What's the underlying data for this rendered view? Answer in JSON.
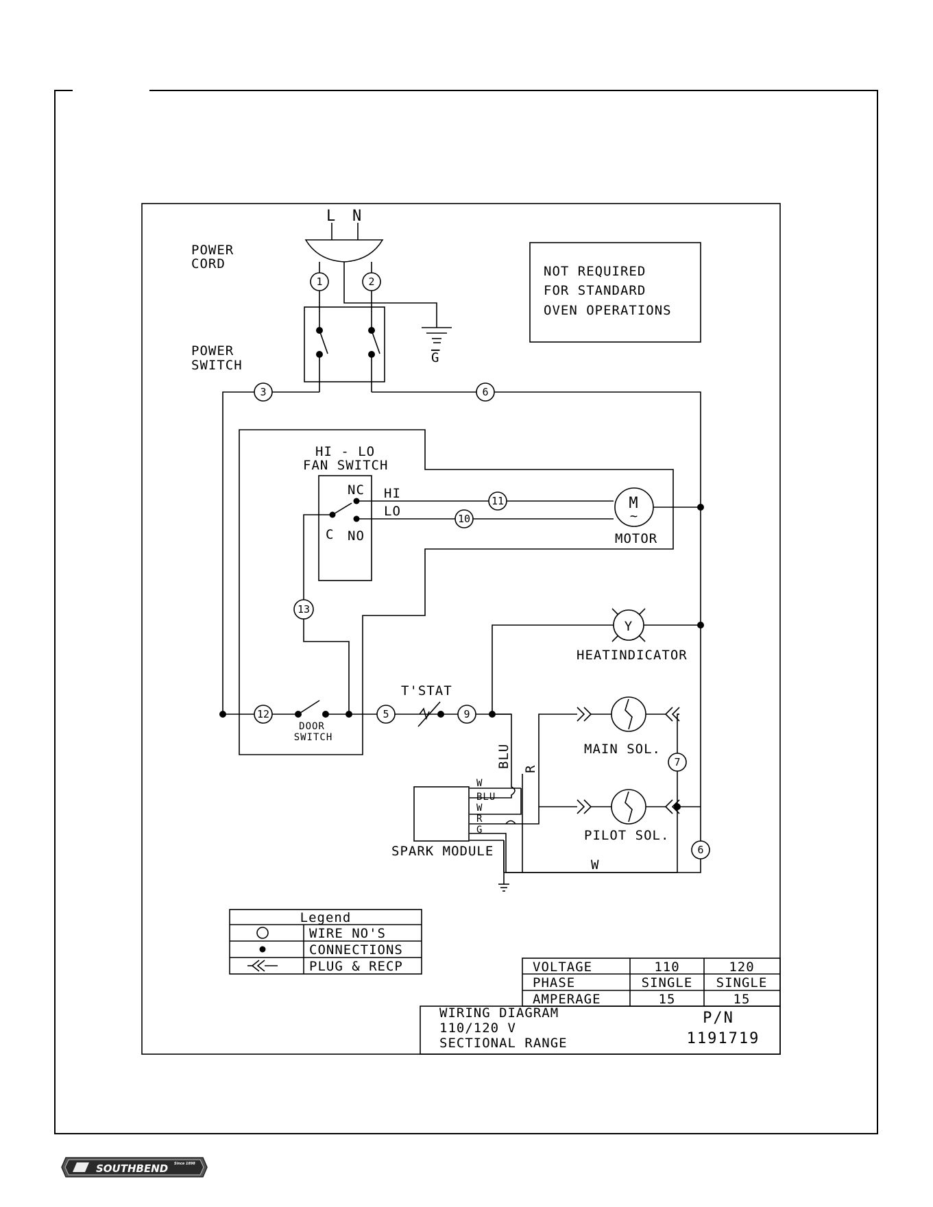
{
  "diagram": {
    "supply": {
      "line": "L",
      "neutral": "N"
    },
    "power_cord": [
      "POWER",
      "CORD"
    ],
    "power_switch": [
      "POWER",
      "SWITCH"
    ],
    "ground": "G",
    "note": [
      "NOT REQUIRED",
      "FOR STANDARD",
      "OVEN OPERATIONS"
    ],
    "fan_switch": {
      "title": [
        "HI - LO",
        "FAN SWITCH"
      ],
      "nc": "NC",
      "no": "NO",
      "c": "C",
      "hi": "HI",
      "lo": "LO"
    },
    "motor": {
      "symbol": "M",
      "wave": "~",
      "label": "MOTOR"
    },
    "heat_indicator": {
      "symbol": "Y",
      "label": "HEATINDICATOR"
    },
    "tstat": "T'STAT",
    "door_switch": [
      "DOOR",
      "SWITCH"
    ],
    "main_sol": "MAIN SOL.",
    "pilot_sol": "PILOT SOL.",
    "spark_module": {
      "label": "SPARK MODULE",
      "terminals": [
        "W",
        "BLU",
        "W",
        "R",
        "G"
      ]
    },
    "wire_colors": {
      "blu": "BLU",
      "r": "R",
      "w": "W"
    },
    "wire_numbers": {
      "w1": "1",
      "w2": "2",
      "w3": "3",
      "w6a": "6",
      "w6b": "6",
      "w11": "11",
      "w10": "10",
      "w13": "13",
      "w12": "12",
      "w5": "5",
      "w9": "9",
      "w7": "7"
    }
  },
  "legend": {
    "title": "Legend",
    "rows": [
      "WIRE NO'S",
      "CONNECTIONS",
      "PLUG & RECP"
    ]
  },
  "ratings": {
    "rows": [
      {
        "label": "VOLTAGE",
        "v1": "110",
        "v2": "120"
      },
      {
        "label": "PHASE",
        "v1": "SINGLE",
        "v2": "SINGLE"
      },
      {
        "label": "AMPERAGE",
        "v1": "15",
        "v2": "15"
      }
    ]
  },
  "title_block": {
    "lines": [
      "WIRING DIAGRAM",
      "110/120 V",
      "SECTIONAL RANGE"
    ],
    "pn_label": "P/N",
    "pn": "1191719"
  },
  "footer": {
    "brand": "SOUTHBEND",
    "since": "Since 1898"
  }
}
